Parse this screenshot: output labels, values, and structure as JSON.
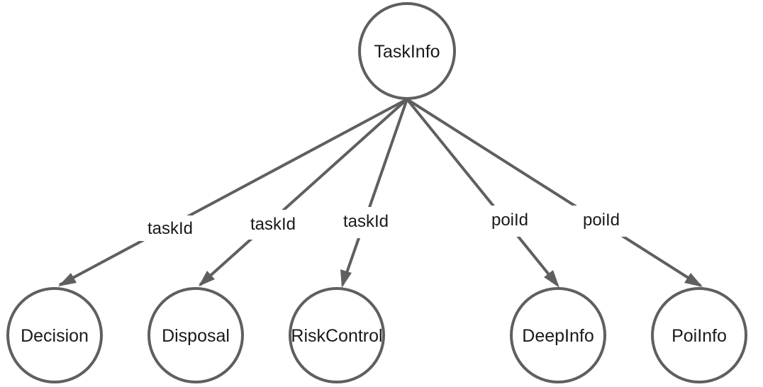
{
  "diagram": {
    "nodes": {
      "taskinfo": "TaskInfo",
      "decision": "Decision",
      "disposal": "Disposal",
      "riskcontrol": "RiskControl",
      "deepinfo": "DeepInfo",
      "poiinfo": "PoiInfo"
    },
    "edges": {
      "decision": "taskId",
      "disposal": "taskId",
      "riskcontrol": "taskId",
      "deepinfo": "poiId",
      "poiinfo": "poiId"
    },
    "colors": {
      "stroke": "#5f5f5f",
      "text": "#1a1a1a",
      "background": "#ffffff"
    }
  }
}
